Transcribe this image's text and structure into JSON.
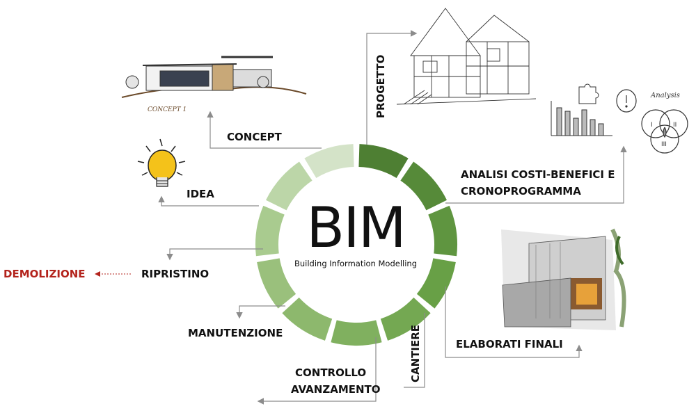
{
  "center": {
    "title": "BIM",
    "subtitle": "Building Information Modelling"
  },
  "stages": {
    "progetto": "PROGETTO",
    "analisi_line1": "ANALISI COSTI-BENEFICI E",
    "analisi_line2": "CRONOPROGRAMMA",
    "elaborati": "ELABORATI FINALI",
    "cantiere": "CANTIERE",
    "controllo_line1": "CONTROLLO",
    "controllo_line2": "AVANZAMENTO",
    "manutenzione": "MANUTENZIONE",
    "ripristino": "RIPRISTINO",
    "demolizione": "DEMOLIZIONE",
    "idea": "IDEA",
    "concept": "CONCEPT"
  },
  "sketch_texts": {
    "concept_caption": "CONCEPT 1",
    "analysis": "Analysis",
    "numerals": [
      "I",
      "II",
      "III"
    ]
  },
  "colors": {
    "ring_darkest": "#4e7f33",
    "ring_lightest": "#d4e3c8",
    "demolizione": "#b3231c",
    "arrow": "#8c8c8c"
  },
  "icons": [
    "house-concept-sketch-icon",
    "lightbulb-icon",
    "wireframe-house-icon",
    "bar-chart-sketch-icon",
    "puzzle-piece-icon",
    "venn-diagram-icon",
    "finished-building-sketch-icon"
  ]
}
